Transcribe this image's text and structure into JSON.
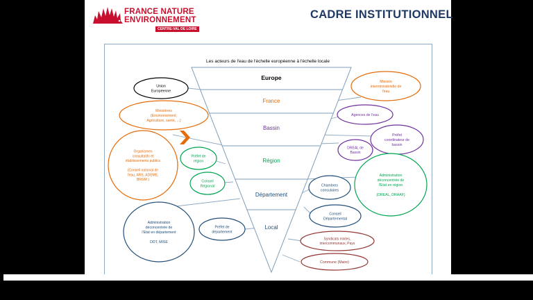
{
  "header": {
    "brand_line1": "FRANCE NATURE",
    "brand_line2": "ENVIRONNEMENT",
    "brand_sub": "CENTRE-VAL DE LOIRE",
    "slide_title": "CADRE INSTITUTIONNEL"
  },
  "diagram": {
    "title": "Les acteurs de l'eau de l'échelle européenne à l'échelle locale",
    "levels": [
      {
        "label": "Europe",
        "color": "#000000"
      },
      {
        "label": "France",
        "color": "#e46c0a"
      },
      {
        "label": "Bassin",
        "color": "#7030a0"
      },
      {
        "label": "Région",
        "color": "#00a651"
      },
      {
        "label": "Département",
        "color": "#1f4e79"
      },
      {
        "label": "Local",
        "color": "#1f4e79"
      }
    ],
    "actors": {
      "union": [
        "Union",
        "Européenne"
      ],
      "ministeres": [
        "Ministères",
        "(Environnement,",
        "Agriculture, santé, ...)"
      ],
      "organismes": [
        "Organismes",
        "consultatifs et",
        "établissements publics",
        "",
        "(Conseil national de",
        "l'eau, ARS, ADEME,",
        "BRGM )"
      ],
      "mission": [
        "Mission",
        "interministérielle de",
        "l'eau"
      ],
      "agences": [
        "Agences de l'eau"
      ],
      "prefet_coord": [
        "Préfet",
        "coordinateur de",
        "bassin"
      ],
      "dreal_bassin": [
        "DREAL de",
        "Bassin"
      ],
      "prefet_region": [
        "Préfet de",
        "région"
      ],
      "conseil_regional": [
        "Conseil",
        "Régional"
      ],
      "admin_region": [
        "Administration",
        "déconcentrée de",
        "l'Etat en région",
        "",
        "(DREAL, DRAAF)"
      ],
      "chambres": [
        "Chambres",
        "consulaires"
      ],
      "conseil_dep": [
        "Conseil",
        "Départemental"
      ],
      "admin_dep": [
        "Administration",
        "déconcentrée de",
        "l'Etat en département",
        "",
        "DDT, MISE"
      ],
      "prefet_dep": [
        "Préfet de",
        "département"
      ],
      "syndicats": [
        "Syndicats mixtes,",
        "intercommunaux, Pays"
      ],
      "commune": [
        "Commune (Maire)"
      ]
    },
    "colors": {
      "black": "#000000",
      "orange": "#e46c0a",
      "purple": "#7030a0",
      "green": "#00a651",
      "navy": "#1f4e79",
      "brown": "#943634",
      "line": "#8ea9c1"
    }
  }
}
